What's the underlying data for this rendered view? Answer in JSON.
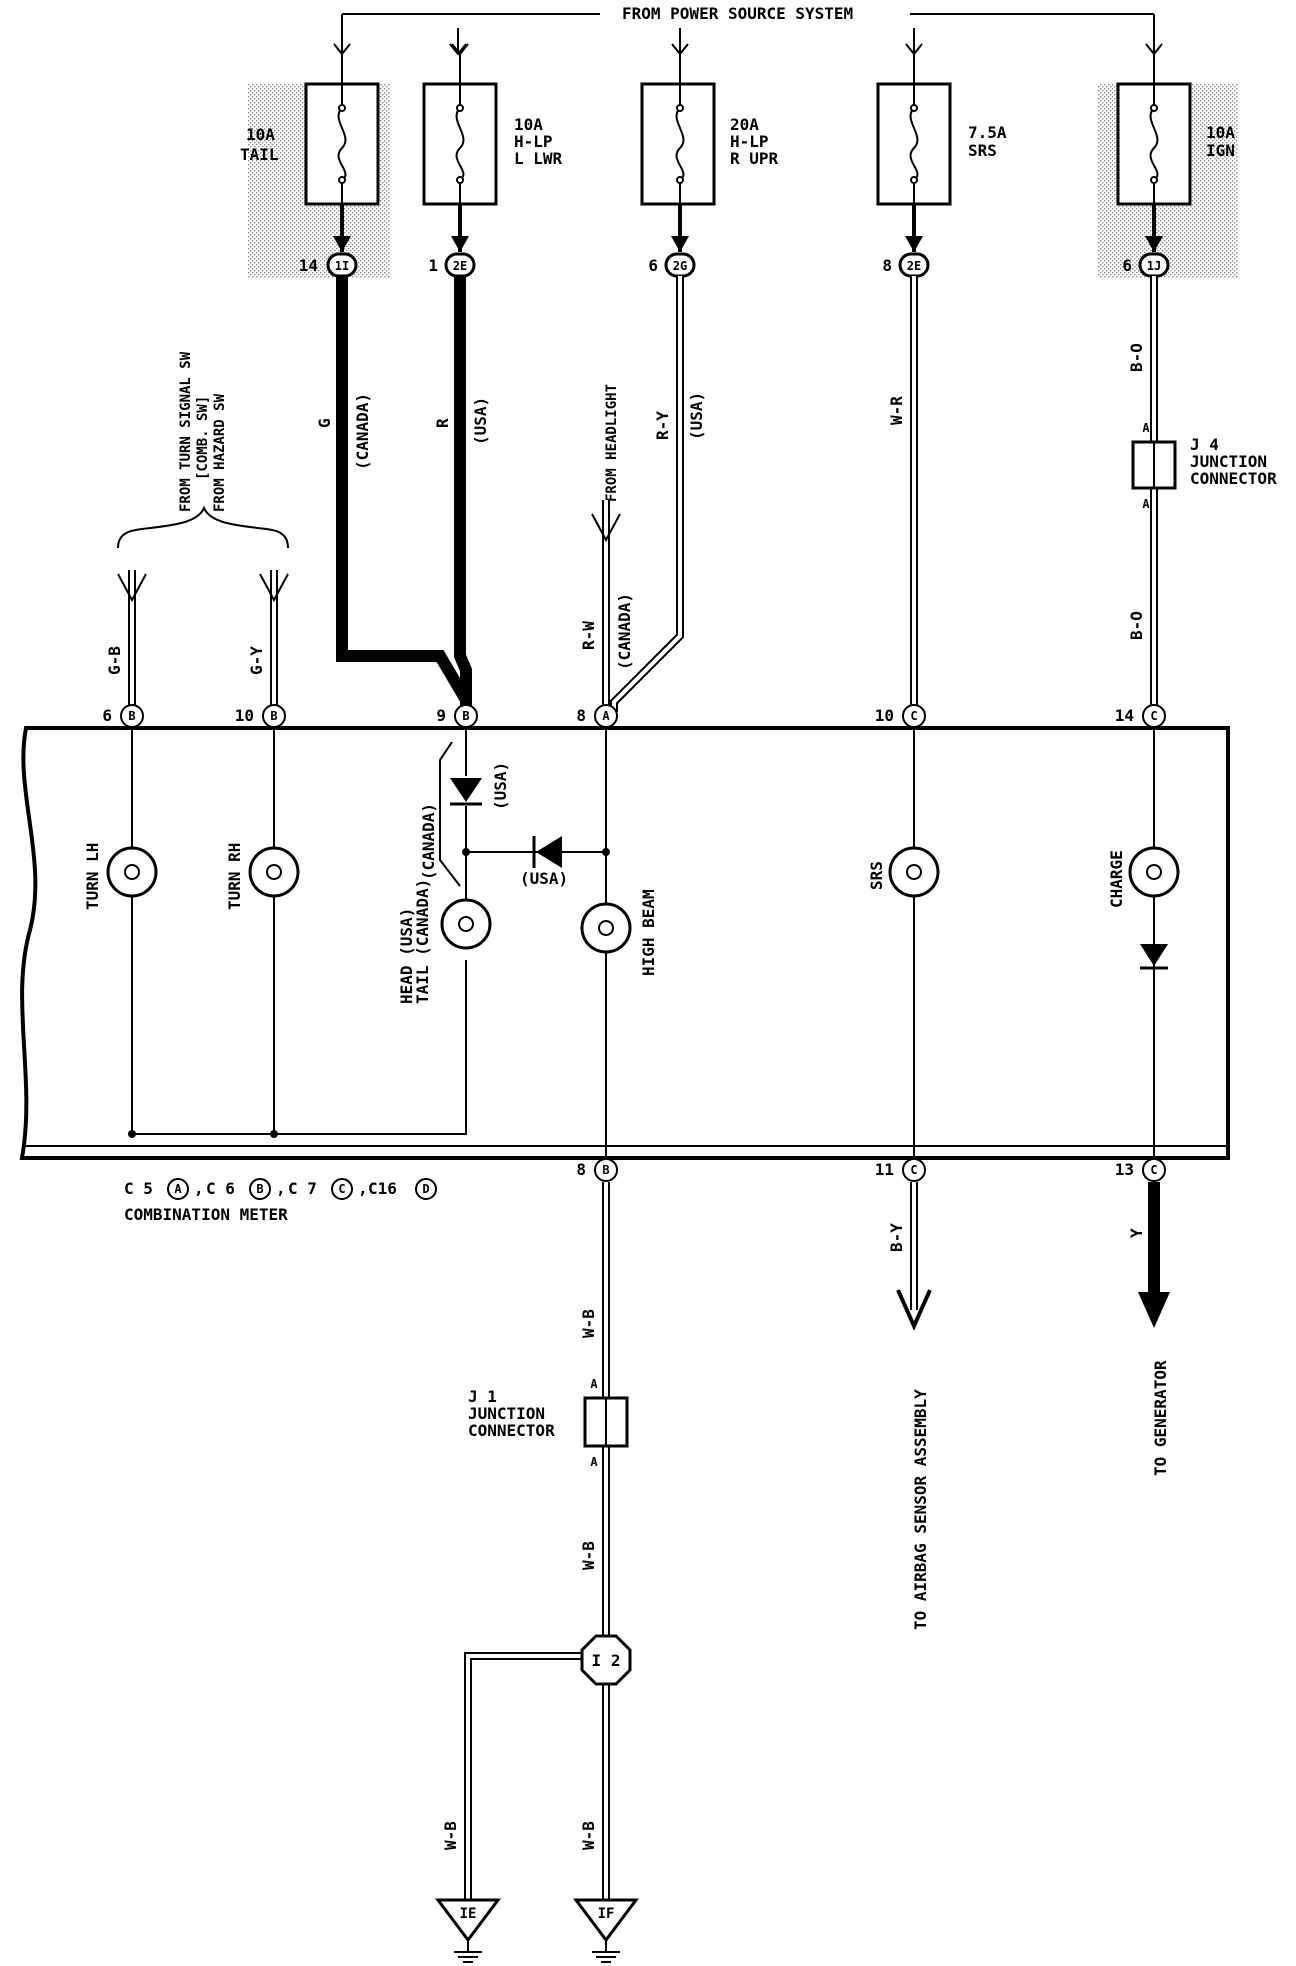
{
  "power_source": "FROM POWER SOURCE SYSTEM",
  "fuses": [
    {
      "amp": "10A",
      "name1": "TAIL",
      "name2": ""
    },
    {
      "amp": "10A",
      "name1": "H-LP",
      "name2": "L LWR"
    },
    {
      "amp": "20A",
      "name1": "H-LP",
      "name2": "R UPR"
    },
    {
      "amp": "7.5A",
      "name1": "SRS",
      "name2": ""
    },
    {
      "amp": "10A",
      "name1": "IGN",
      "name2": ""
    }
  ],
  "fuse_connectors": [
    {
      "pin": "14",
      "conn": "1I"
    },
    {
      "pin": "1",
      "conn": "2E"
    },
    {
      "pin": "6",
      "conn": "2G"
    },
    {
      "pin": "8",
      "conn": "2E"
    },
    {
      "pin": "6",
      "conn": "1J"
    }
  ],
  "wire_colors": {
    "tail": "G",
    "tail_region": "(CANADA)",
    "hlp": "R",
    "hlp_region": "(USA)",
    "rupr": "R-Y",
    "rupr_region": "(USA)",
    "srs": "W-R",
    "ign": "B-O",
    "ign2": "B-O",
    "turn_lh": "G-B",
    "turn_rh": "G-Y",
    "headlight": "R-W",
    "headlight_region": "(CANADA)",
    "ground1": "W-B",
    "ground2": "W-B",
    "ground3": "W-B",
    "ground4": "W-B",
    "airbag": "B-Y",
    "generator": "Y"
  },
  "from_turn": [
    "FROM TURN SIGNAL SW",
    "[COMB. SW]",
    "FROM HAZARD SW"
  ],
  "from_headlight": "FROM HEADLIGHT",
  "j4": {
    "name": "J 4",
    "line1": "JUNCTION",
    "line2": "CONNECTOR",
    "pin": "A"
  },
  "j1": {
    "name": "J 1",
    "line1": "JUNCTION",
    "line2": "CONNECTOR",
    "pin": "A"
  },
  "meter_pins_top": [
    {
      "pin": "6",
      "conn": "B"
    },
    {
      "pin": "10",
      "conn": "B"
    },
    {
      "pin": "9",
      "conn": "B"
    },
    {
      "pin": "8",
      "conn": "A"
    },
    {
      "pin": "10",
      "conn": "C"
    },
    {
      "pin": "14",
      "conn": "C"
    }
  ],
  "meter_pins_bottom": [
    {
      "pin": "8",
      "conn": "B"
    },
    {
      "pin": "11",
      "conn": "C"
    },
    {
      "pin": "13",
      "conn": "C"
    }
  ],
  "lamps": {
    "turn_lh": "TURN LH",
    "turn_rh": "TURN RH",
    "head1": "HEAD (USA)",
    "head2": "TAIL (CANADA)",
    "high_beam": "HIGH BEAM",
    "srs": "SRS",
    "charge": "CHARGE"
  },
  "labels": {
    "canada": "(CANADA)",
    "usa_diode1": "(USA)",
    "usa_diode2": "(USA)"
  },
  "meter_connectors": {
    "c5": "C 5",
    "a": "A",
    "c6": "C 6",
    "b": "B",
    "c7": "C 7",
    "c": "C",
    "c16": "C16",
    "d": "D"
  },
  "meter_name": "COMBINATION METER",
  "to_airbag": "TO AIRBAG SENSOR ASSEMBLY",
  "to_generator": "TO GENERATOR",
  "splice": "I 2",
  "grounds": [
    "IE",
    "IF"
  ]
}
